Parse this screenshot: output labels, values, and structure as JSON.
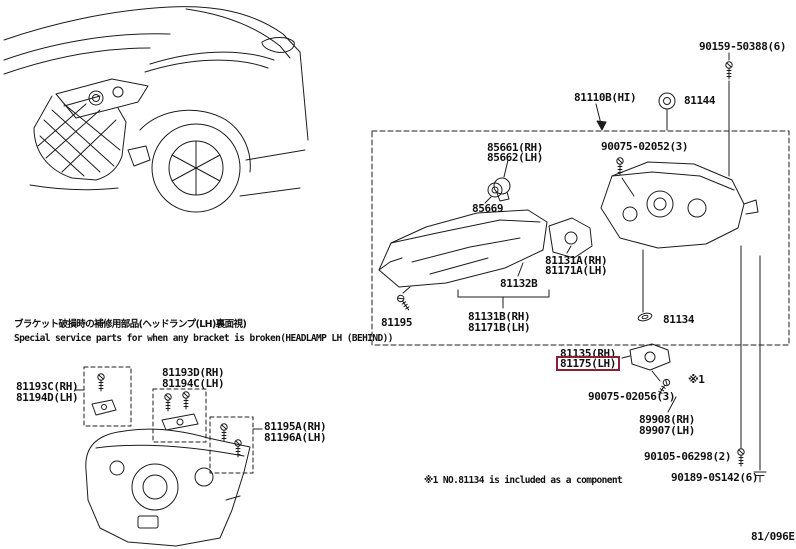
{
  "document": {
    "code": "81/096E",
    "note_marker": "※1",
    "footnote": "※1   NO.81134 is included as a component",
    "service_note_jp": "ブラケット破損時の補修用部品(ヘッドランプ(LH)裏面視)",
    "service_note_en": "Special service parts for when any bracket is broken(HEADLAMP LH (BEHIND))"
  },
  "colors": {
    "line": "#1c1c1c",
    "highlight": "#8b2034"
  },
  "highlighted_part": "81175(LH)",
  "parts": {
    "p90159_50388": "90159-50388(6)",
    "p81110b": "81110B(HI)",
    "p81144": "81144",
    "p85661": "85661(RH)",
    "p85662": "85662(LH)",
    "p90075_02052": "90075-02052(3)",
    "p85669": "85669",
    "p81131a": "81131A(RH)",
    "p81171a": "81171A(LH)",
    "p81132b": "81132B",
    "p81195": "81195",
    "p81131b": "81131B(RH)",
    "p81171b": "81171B(LH)",
    "p81134": "81134",
    "p81135": "81135(RH)",
    "p81175": "81175(LH)",
    "p90075_02056": "90075-02056(3)",
    "p89908": "89908(RH)",
    "p89907": "89907(LH)",
    "p90105_06298": "90105-06298(2)",
    "p90189_0s142": "90189-0S142(6)",
    "p81193c": "81193C(RH)",
    "p81194d": "81194D(LH)",
    "p81193d": "81193D(RH)",
    "p81194c": "81194C(LH)",
    "p81195a": "81195A(RH)",
    "p81196a": "81196A(LH)"
  }
}
